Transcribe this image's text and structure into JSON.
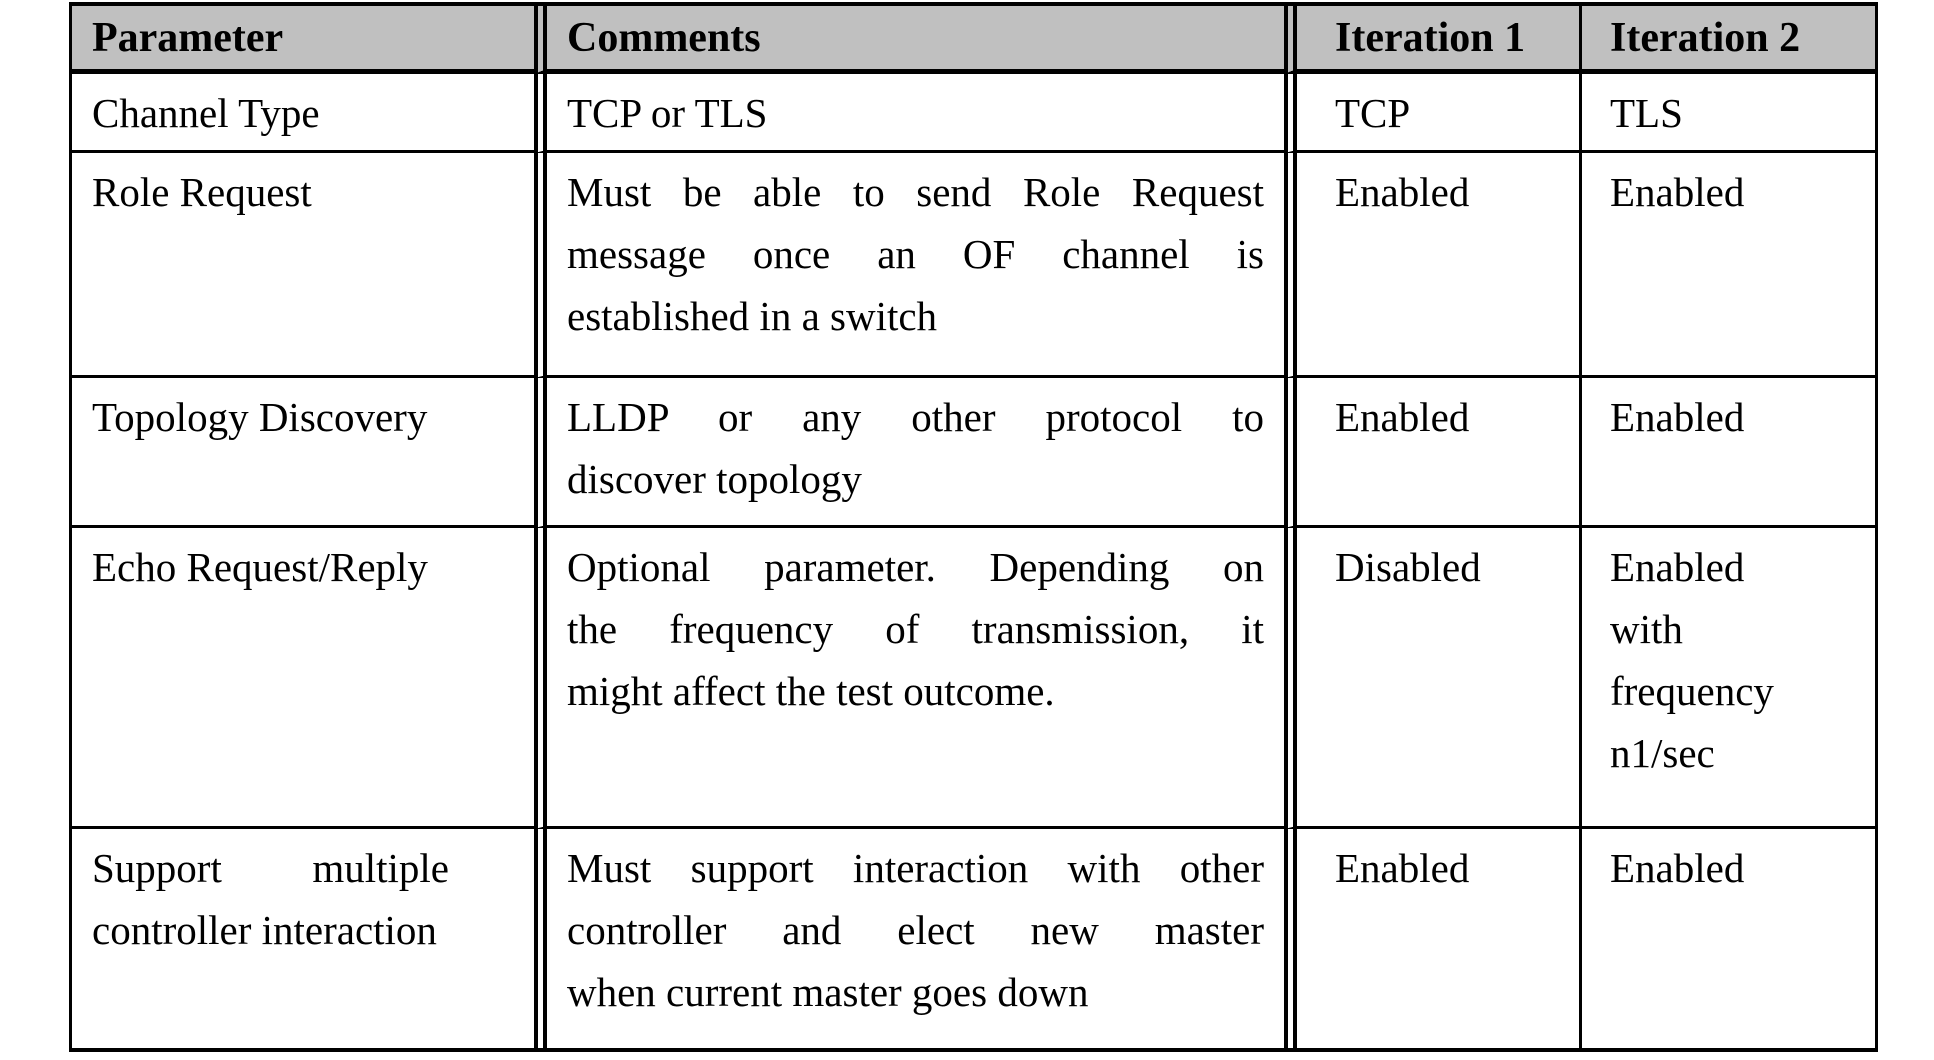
{
  "colors": {
    "header_bg": "#c0c0c0",
    "border": "#000000",
    "text": "#000000",
    "page_bg": "#ffffff"
  },
  "table": {
    "columns": [
      "Parameter",
      "Comments",
      "Iteration 1",
      "Iteration 2"
    ],
    "rows": [
      {
        "parameter": [
          "Channel Type"
        ],
        "comments": [
          "TCP or TLS"
        ],
        "iteration1": [
          "TCP"
        ],
        "iteration2": [
          "TLS"
        ]
      },
      {
        "parameter": [
          "Role Request"
        ],
        "comments": [
          "Must be able to send Role Request",
          "message once an OF channel is",
          "established in a switch"
        ],
        "iteration1": [
          "Enabled"
        ],
        "iteration2": [
          "Enabled"
        ]
      },
      {
        "parameter": [
          "Topology Discovery"
        ],
        "comments": [
          "LLDP or any other protocol to",
          "discover topology"
        ],
        "iteration1": [
          "Enabled"
        ],
        "iteration2": [
          "Enabled"
        ]
      },
      {
        "parameter": [
          "Echo Request/Reply"
        ],
        "comments": [
          "Optional parameter. Depending on",
          "the frequency of transmission, it",
          "might affect the test outcome."
        ],
        "iteration1": [
          "Disabled"
        ],
        "iteration2": [
          "Enabled",
          "with",
          "frequency",
          "n1/sec"
        ]
      },
      {
        "parameter": [
          "Support multiple",
          "controller interaction"
        ],
        "comments": [
          "Must support interaction with other",
          "controller and elect new master",
          "when current master goes down"
        ],
        "iteration1": [
          "Enabled"
        ],
        "iteration2": [
          "Enabled"
        ]
      }
    ]
  }
}
